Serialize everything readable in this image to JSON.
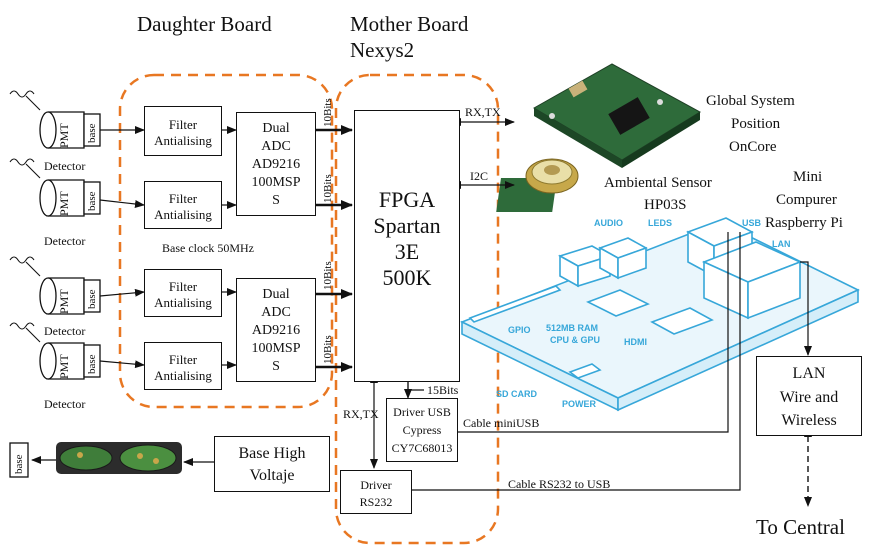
{
  "headings": {
    "daughter_board": "Daughter Board",
    "mother_board_line1": "Mother Board",
    "mother_board_line2": "Nexys2"
  },
  "detectors": [
    {
      "pmt": "PMT",
      "base": "base",
      "label": "Detector"
    },
    {
      "pmt": "PMT",
      "base": "base",
      "label": "Detector"
    },
    {
      "pmt": "PMT",
      "base": "base",
      "label": "Detector"
    },
    {
      "pmt": "PMT",
      "base": "base",
      "label": "Detector"
    }
  ],
  "filters": [
    {
      "line1": "Filter",
      "line2": "Antialising"
    },
    {
      "line1": "Filter",
      "line2": "Antialising"
    },
    {
      "line1": "Filter",
      "line2": "Antialising"
    },
    {
      "line1": "Filter",
      "line2": "Antialising"
    }
  ],
  "adcs": [
    {
      "lines": [
        "Dual",
        "ADC",
        "AD9216",
        "100MSP",
        "S"
      ]
    },
    {
      "lines": [
        "Dual",
        "ADC",
        "AD9216",
        "100MSP",
        "S"
      ]
    }
  ],
  "base_clock": "Base clock 50MHz",
  "bus_labels": [
    "10Bits",
    "10Bits",
    "10Bits",
    "10Bits"
  ],
  "fpga": {
    "lines": [
      "FPGA",
      "Spartan",
      "3E",
      "500K"
    ]
  },
  "links": {
    "rx_tx_gps": "RX,TX",
    "i2c": "I2C",
    "bits15": "15Bits",
    "rx_tx_rs232": "RX,TX",
    "cable_miniusb": "Cable miniUSB",
    "cable_rs232": "Cable RS232 to USB"
  },
  "gps": {
    "lines": [
      "Global System",
      "Position",
      "OnCore"
    ]
  },
  "sensor": {
    "lines": [
      "Ambiental Sensor",
      "HP03S"
    ]
  },
  "mini_pc": {
    "lines": [
      "Mini",
      "Compurer",
      "Raspberry Pi"
    ]
  },
  "rpi_board_labels": {
    "audio": "AUDIO",
    "leds": "LEDS",
    "usb": "USB",
    "lan": "LAN",
    "gpio": "GPIO",
    "ram": "512MB RAM",
    "cpu": "CPU & GPU",
    "hdmi": "HDMI",
    "sdcard": "SD CARD",
    "power": "POWER"
  },
  "driver_usb": {
    "lines": [
      "Driver USB",
      "Cypress",
      "CY7C68013"
    ]
  },
  "driver_rs232": {
    "lines": [
      "Driver",
      "RS232"
    ]
  },
  "hv": {
    "lines": [
      "Base High",
      "Voltaje"
    ],
    "base": "base"
  },
  "lan": {
    "lines": [
      "LAN",
      "Wire and",
      "Wireless"
    ]
  },
  "to_central": "To Central",
  "colors": {
    "dashed_orange": "#E87722",
    "rpi_blue": "#37A7D9",
    "line": "#111111"
  }
}
